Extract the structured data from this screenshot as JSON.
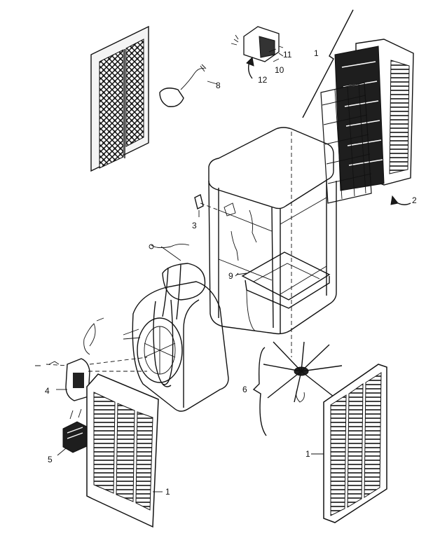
{
  "diagram": {
    "callouts": {
      "c1_top": "1",
      "c2": "2",
      "c3": "3",
      "c4": "4",
      "c5": "5",
      "c6": "6",
      "c8": "8",
      "c9": "9",
      "c10": "10",
      "c11": "11",
      "c12": "12",
      "c1_right": "1",
      "c1_bottom": "1"
    }
  }
}
